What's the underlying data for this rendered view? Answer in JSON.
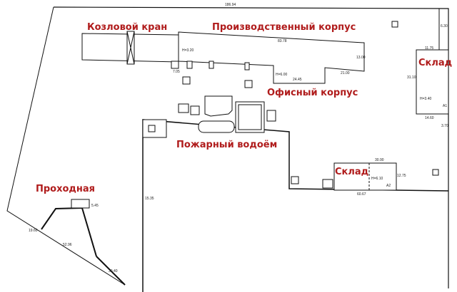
{
  "labels": {
    "crane": "Козловой кран",
    "production": "Производственный корпус",
    "office": "Офисный корпус",
    "warehouse_right": "Склад",
    "warehouse_bottom": "Склад",
    "fire_pond": "Пожарный водоём",
    "checkpoint": "Проходная"
  },
  "dimensions": {
    "top": "186.94",
    "prod_len": "83.78",
    "prod_h": "Н=3.20",
    "prod_h2": "Н=6.00",
    "d705": "7.05",
    "d2445": "24.45",
    "d2100": "21.00",
    "d1300": "13.00",
    "d630": "6.30",
    "d1175": "11.75",
    "d3110": "31.10",
    "wh_h": "Н=3.40",
    "d1460": "14.60",
    "d370": "3.70",
    "a1": "А1",
    "d3090": "30.90",
    "d1275": "12.75",
    "d6067": "60.67",
    "wh2_h": "Н=6.10",
    "a2": "А2",
    "d545": "5.45",
    "d1960": "19.60",
    "d5296": "52.96",
    "d3040": "30.40",
    "d1535": "15.35"
  }
}
